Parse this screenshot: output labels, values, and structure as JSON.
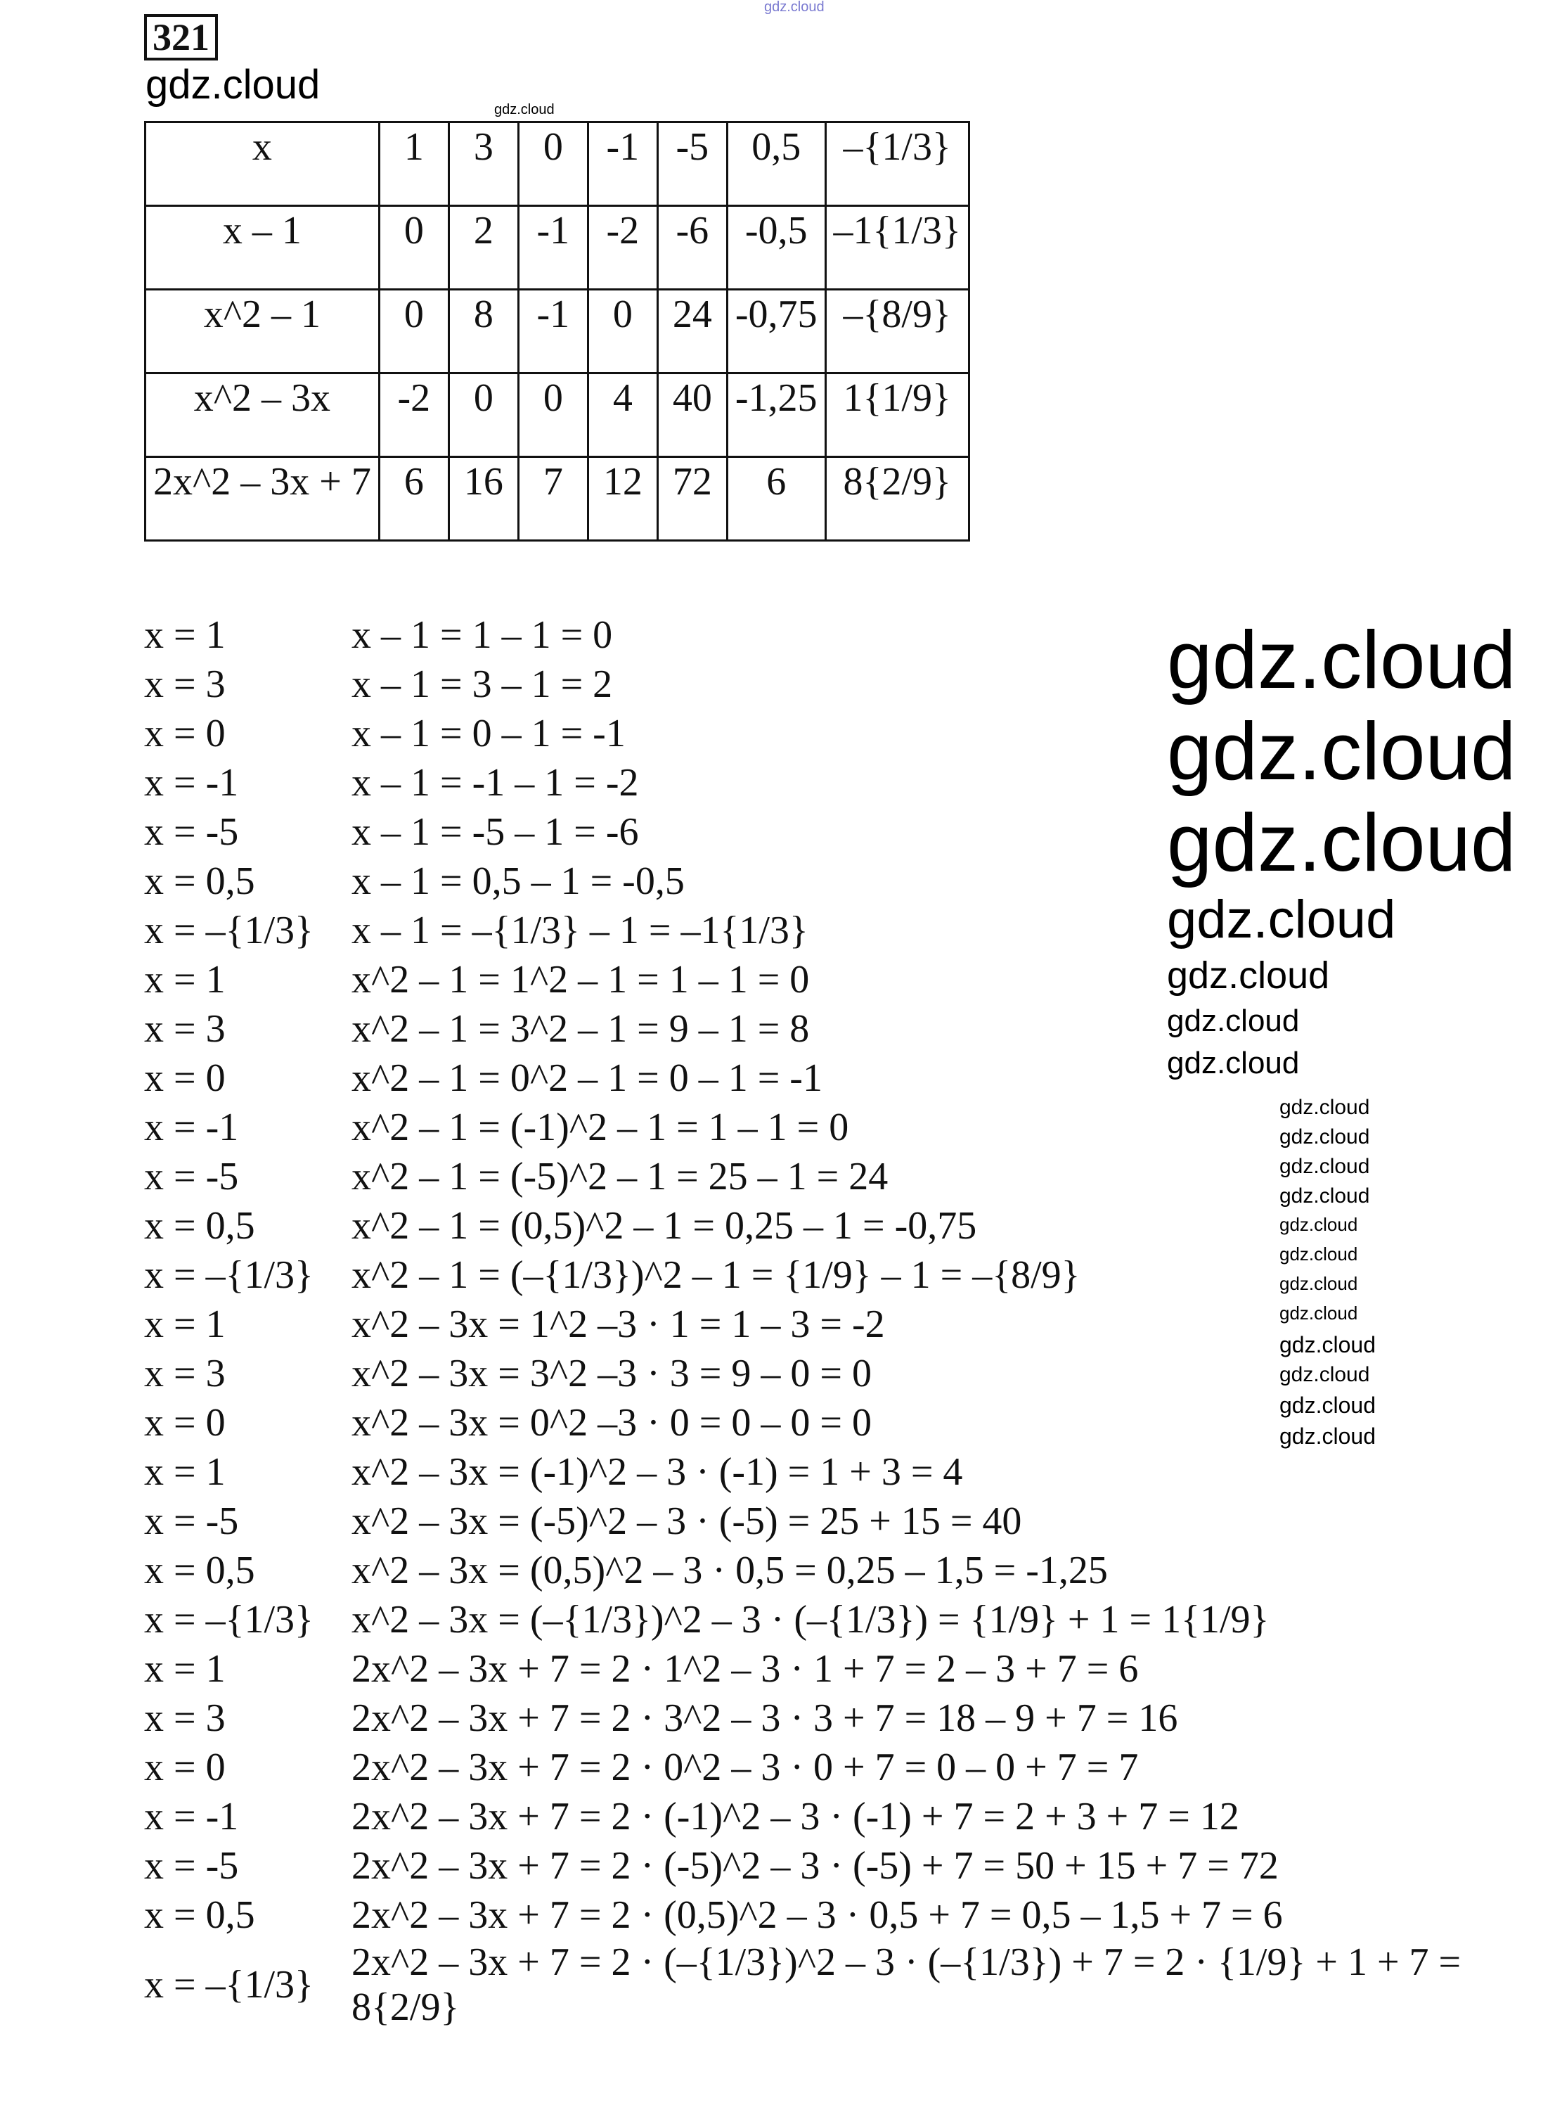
{
  "task_number": "321",
  "watermark": "gdz.cloud",
  "table": {
    "rows": [
      {
        "label": "x",
        "cells": [
          "1",
          "3",
          "0",
          "-1",
          "-5",
          "0,5",
          "–{1/3}"
        ]
      },
      {
        "label": "x – 1",
        "cells": [
          "0",
          "2",
          "-1",
          "-2",
          "-6",
          "-0,5",
          "–1{1/3}"
        ]
      },
      {
        "label": "x^2 – 1",
        "cells": [
          "0",
          "8",
          "-1",
          "0",
          "24",
          "-0,75",
          "–{8/9}"
        ]
      },
      {
        "label": "x^2 – 3x",
        "cells": [
          "-2",
          "0",
          "0",
          "4",
          "40",
          "-1,25",
          "1{1/9}"
        ]
      },
      {
        "label": "2x^2 – 3x + 7",
        "cells": [
          "6",
          "16",
          "7",
          "12",
          "72",
          "6",
          "8{2/9}"
        ]
      }
    ]
  },
  "lines": [
    {
      "x": "x = 1",
      "expr": "x – 1 = 1 – 1 = 0"
    },
    {
      "x": "x = 3",
      "expr": "x – 1 = 3 – 1 = 2"
    },
    {
      "x": "x = 0",
      "expr": "x – 1 = 0 – 1 = -1"
    },
    {
      "x": "x = -1",
      "expr": "x – 1 = -1 – 1 = -2"
    },
    {
      "x": "x = -5",
      "expr": "x – 1 = -5 – 1 = -6"
    },
    {
      "x": "x = 0,5",
      "expr": "x – 1 = 0,5 – 1 = -0,5"
    },
    {
      "x": "x = –{1/3}",
      "expr": "x – 1 = –{1/3} – 1 = –1{1/3}"
    },
    {
      "x": "x = 1",
      "expr": "x^2 – 1 = 1^2 – 1 = 1 – 1 = 0"
    },
    {
      "x": "x = 3",
      "expr": "x^2 – 1 = 3^2 – 1 = 9 – 1 = 8"
    },
    {
      "x": "x = 0",
      "expr": "x^2 – 1 = 0^2 – 1 = 0 – 1 = -1"
    },
    {
      "x": "x = -1",
      "expr": "x^2 – 1 = (-1)^2 – 1 = 1 – 1 = 0"
    },
    {
      "x": "x = -5",
      "expr": "x^2 – 1 = (-5)^2 – 1 = 25 – 1 = 24"
    },
    {
      "x": "x = 0,5",
      "expr": "x^2 – 1 = (0,5)^2 – 1 = 0,25 – 1 = -0,75"
    },
    {
      "x": "x = –{1/3}",
      "expr": "x^2 – 1 = (–{1/3})^2 – 1 = {1/9} – 1 = –{8/9}"
    },
    {
      "x": "x = 1",
      "expr": "x^2 – 3x = 1^2 –3 · 1 = 1 – 3 = -2"
    },
    {
      "x": "x = 3",
      "expr": "x^2 – 3x = 3^2 –3 · 3 = 9 – 0 = 0"
    },
    {
      "x": "x = 0",
      "expr": "x^2 – 3x = 0^2 –3 · 0 = 0 – 0 = 0"
    },
    {
      "x": "x = 1",
      "expr": "x^2 – 3x = (-1)^2 – 3 · (-1) = 1 + 3 = 4"
    },
    {
      "x": "x = -5",
      "expr": "x^2 – 3x = (-5)^2 – 3 · (-5) = 25 + 15 = 40"
    },
    {
      "x": "x = 0,5",
      "expr": "x^2 – 3x = (0,5)^2 – 3 · 0,5 = 0,25 – 1,5 = -1,25"
    },
    {
      "x": "x = –{1/3}",
      "expr": "x^2 – 3x = (–{1/3})^2 – 3 · (–{1/3}) = {1/9} + 1 = 1{1/9}"
    },
    {
      "x": "x = 1",
      "expr": "2x^2 – 3x + 7 = 2 · 1^2 – 3 · 1 + 7 = 2 – 3 + 7 = 6"
    },
    {
      "x": "x = 3",
      "expr": "2x^2 – 3x + 7 = 2 · 3^2 – 3 · 3 + 7 = 18 – 9 + 7 = 16"
    },
    {
      "x": "x = 0",
      "expr": "2x^2 – 3x + 7 = 2 · 0^2 – 3 · 0 + 7 = 0 – 0 + 7 = 7"
    },
    {
      "x": "x = -1",
      "expr": "2x^2 – 3x + 7 = 2 · (-1)^2 – 3 · (-1) + 7 = 2 + 3 + 7 = 12"
    },
    {
      "x": "x = -5",
      "expr": "2x^2 – 3x + 7 = 2 · (-5)^2 – 3 · (-5) + 7 = 50 + 15 + 7 = 72"
    },
    {
      "x": "x = 0,5",
      "expr": "2x^2 – 3x + 7 = 2 · (0,5)^2 – 3 · 0,5 + 7 = 0,5 – 1,5 + 7 = 6"
    },
    {
      "x": "x = –{1/3}",
      "expr": "2x^2 – 3x + 7 = 2 · (–{1/3})^2 – 3 · (–{1/3}) + 7 = 2 · {1/9} + 1 + 7 = 8{2/9}"
    }
  ]
}
